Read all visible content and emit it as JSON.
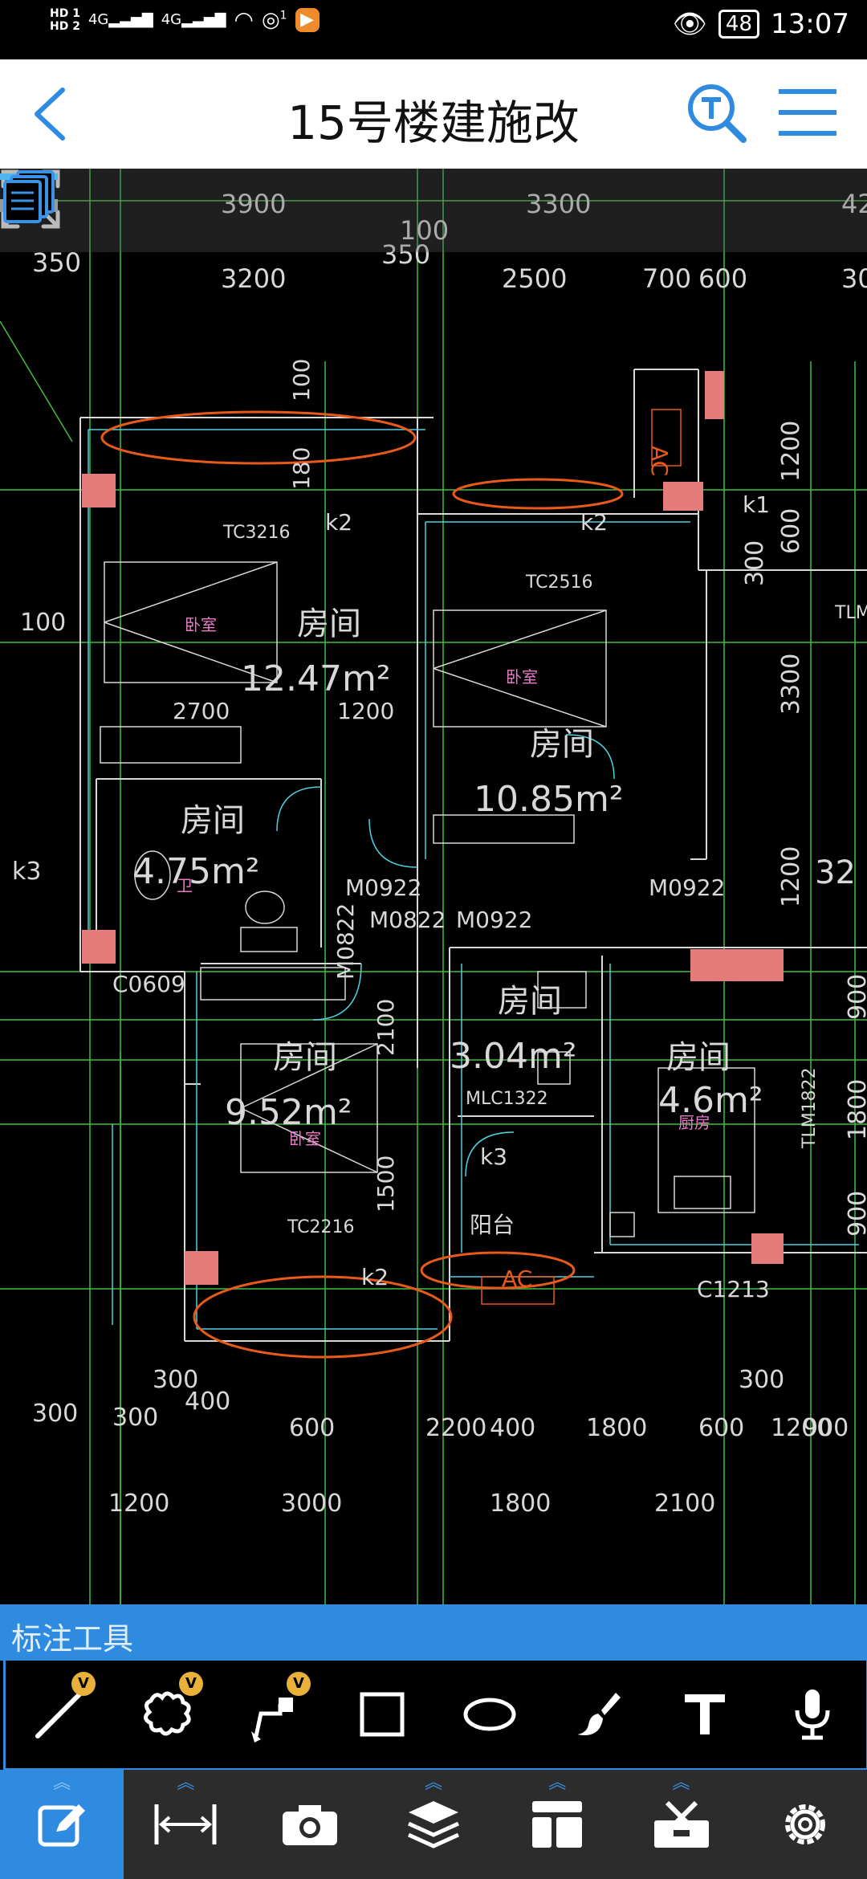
{
  "status_bar": {
    "hd1": "HD 1",
    "hd2": "HD 2",
    "net1": "4G",
    "net2": "4G",
    "hotspot_count": "1",
    "battery": "48",
    "time": "13:07"
  },
  "header": {
    "title": "15号楼建施改"
  },
  "drawing": {
    "top_dims_row1": [
      "3900",
      "3300",
      "42"
    ],
    "top_dims_row2": [
      "350",
      "3200",
      "350",
      "100",
      "2500",
      "700",
      "600",
      "30"
    ],
    "left_dims": [
      "100",
      "k3",
      "300"
    ],
    "right_dims": [
      "1200",
      "600",
      "300",
      "3300",
      "1200",
      "900",
      "1800",
      "900",
      "32",
      "TLM",
      "TLM1822"
    ],
    "bottom_dims_row1": [
      "300",
      "300",
      "400",
      "600",
      "2200",
      "400",
      "1800",
      "600",
      "1200",
      "900",
      "300"
    ],
    "bottom_dims_row2": [
      "1200",
      "3000",
      "1800",
      "2100"
    ],
    "rooms": [
      {
        "name": "房间",
        "area": "12.47m²",
        "sub": "卧室"
      },
      {
        "name": "房间",
        "area": "10.85m²",
        "sub": "卧室"
      },
      {
        "name": "房间",
        "area": "4.75m²",
        "sub": "卫"
      },
      {
        "name": "房间",
        "area": "9.52m²",
        "sub": "卧室"
      },
      {
        "name": "房间",
        "area": "3.04m²",
        "sub": ""
      },
      {
        "name": "房间",
        "area": "4.6m²",
        "sub": "厨房"
      }
    ],
    "labels": [
      "TC3216",
      "k2",
      "k2",
      "TC2516",
      "k1",
      "2700",
      "1200",
      "100",
      "180",
      "M0822",
      "M0922",
      "M0922",
      "M0822",
      "M0922",
      "C0609",
      "2100",
      "MLC1322",
      "k3",
      "1500",
      "阳台",
      "TC2216",
      "k2",
      "AC",
      "AC",
      "C1213"
    ]
  },
  "annotation_bar": {
    "title": "标注工具",
    "tools": [
      {
        "name": "line-tool",
        "badge": "V"
      },
      {
        "name": "cloud-tool",
        "badge": "V"
      },
      {
        "name": "leader-tool",
        "badge": "V"
      },
      {
        "name": "rectangle-tool",
        "badge": ""
      },
      {
        "name": "ellipse-tool",
        "badge": ""
      },
      {
        "name": "brush-tool",
        "badge": ""
      },
      {
        "name": "text-tool",
        "badge": ""
      },
      {
        "name": "microphone-tool",
        "badge": ""
      }
    ]
  },
  "bottom_nav": {
    "items": [
      "edit-icon",
      "measure-icon",
      "camera-icon",
      "layers-icon",
      "layout-icon",
      "toolbox-icon",
      "settings-icon"
    ],
    "active": "edit-icon",
    "colors": {
      "active": "#2f8be0",
      "bg": "#2c2c2c"
    }
  },
  "colors": {
    "accent": "#2f8be0",
    "cad_green": "#3fbf3f",
    "cad_cyan": "#4fd0e0",
    "cad_white": "#d8d8d8",
    "highlight_orange": "#e85a1a",
    "column_fill": "#e47c7c"
  }
}
